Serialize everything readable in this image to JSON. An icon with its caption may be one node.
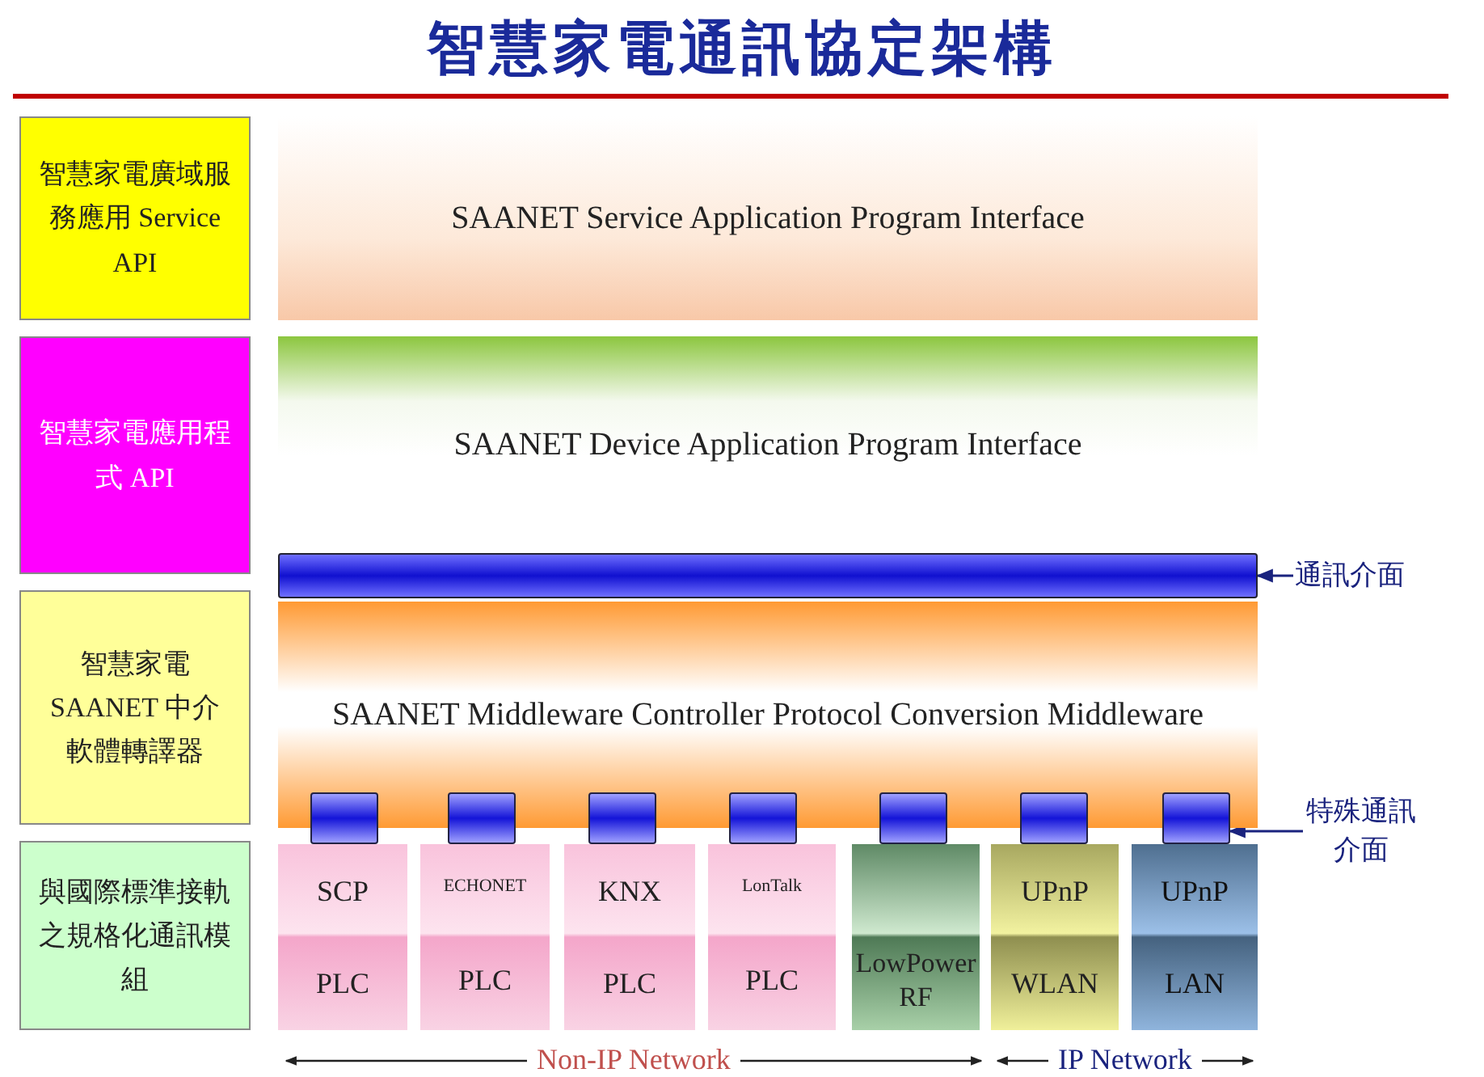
{
  "diagram": {
    "title": "智慧家電通訊協定架構",
    "nodes": [
      {
        "text": [
          "智慧家電廣域服務應用 Service API"
        ]
      },
      {
        "text": [
          "SAANET Service Application Program Interface"
        ]
      },
      {
        "text": [
          "智慧家電應用程式 API"
        ]
      },
      {
        "text": [
          "SAANET Device Application Program Interface"
        ]
      },
      {
        "text": [],
        "shape": "bar"
      },
      {
        "text": [
          "通訊介面"
        ]
      },
      {
        "text": [
          "智慧家電 SAANET 中介軟體轉譯器"
        ]
      },
      {
        "text": [
          "SAANET Middleware Controller Protocol Conversion Middleware"
        ]
      },
      {
        "text": [],
        "shape": "bar"
      },
      {
        "text": [],
        "shape": "bar"
      },
      {
        "text": [],
        "shape": "bar"
      },
      {
        "text": [],
        "shape": "bar"
      },
      {
        "text": [],
        "shape": "bar"
      },
      {
        "text": [],
        "shape": "bar"
      },
      {
        "text": [],
        "shape": "bar"
      },
      {
        "text": [
          "特殊通訊介面"
        ]
      },
      {
        "text": [
          "與國際標準接軌之規格化通訊模組"
        ]
      },
      {
        "text": [
          "SCP",
          "PLC"
        ]
      },
      {
        "text": [
          "ECHONET",
          "PLC"
        ]
      },
      {
        "text": [
          "KNX",
          "PLC"
        ]
      },
      {
        "text": [
          "LonTalk",
          "PLC"
        ]
      },
      {
        "text": [
          "LowPower RF"
        ]
      },
      {
        "text": [
          "UPnP",
          "WLAN"
        ]
      },
      {
        "text": [
          "UPnP",
          "LAN"
        ]
      }
    ],
    "edges": [
      {
        "from": 5,
        "to": 4,
        "arrow": "to"
      },
      {
        "from": 15,
        "to": 14,
        "arrow": "to"
      }
    ],
    "labels": [
      "Non-IP Network",
      "IP Network"
    ]
  }
}
